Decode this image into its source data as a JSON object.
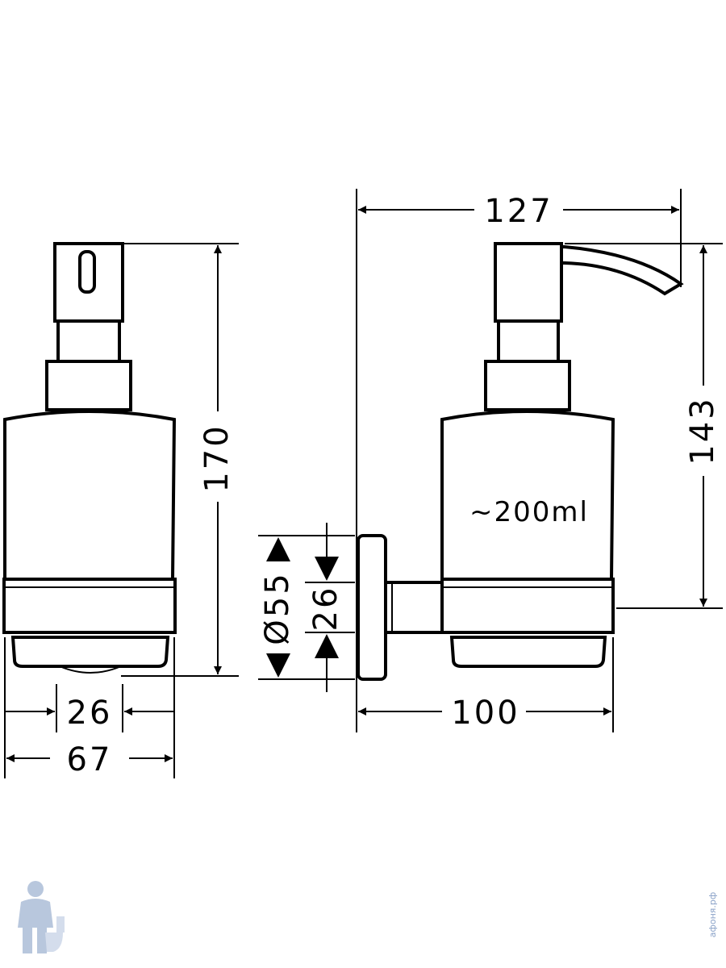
{
  "drawing": {
    "front_view": {
      "height_label": "170",
      "width_label": "67",
      "inner_width_label": "26"
    },
    "side_view": {
      "projection_label": "127",
      "height_label": "143",
      "volume_label": "~200ml",
      "depth_label": "100",
      "rosette_label": "Ø55",
      "bracket_label": "26"
    }
  },
  "watermark": {
    "text": "афоня.рф",
    "mascot_icon": "plumber-mascot-icon",
    "colors": {
      "mascot": "#8aa2c8"
    }
  }
}
